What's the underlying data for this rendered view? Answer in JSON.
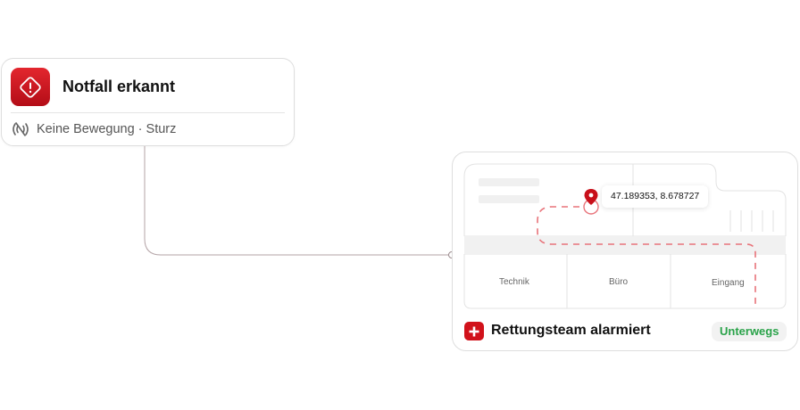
{
  "alert": {
    "title": "Notfall erkannt",
    "subtitle": "Keine Bewegung · Sturz",
    "icon": "warning-icon",
    "accent_color": "#d1121b"
  },
  "map": {
    "coordinates": "47.189353, 8.678727",
    "rooms": [
      "Technik",
      "Büro",
      "Eingang"
    ],
    "route_color": "#e8737a",
    "pin_color": "#c8101a"
  },
  "team": {
    "title": "Rettungsteam alarmiert",
    "icon": "medical-cross-icon",
    "status": "Unterwegs",
    "status_color": "#2aa34a"
  }
}
